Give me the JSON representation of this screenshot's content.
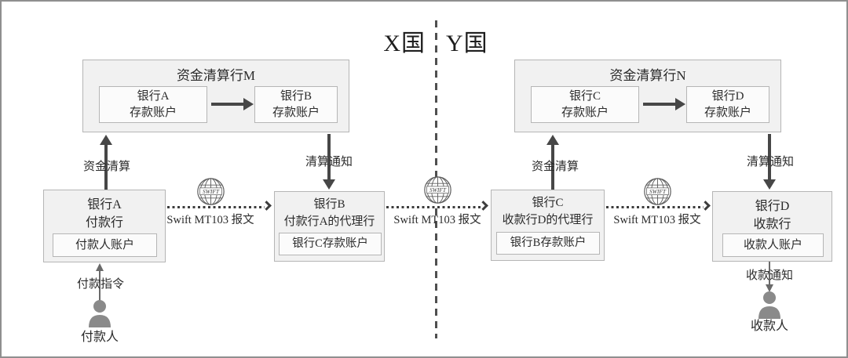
{
  "countries": {
    "left": "X国",
    "right": "Y国"
  },
  "clearing_m": {
    "title": "资金清算行M",
    "acct1": {
      "line1": "银行A",
      "line2": "存款账户"
    },
    "acct2": {
      "line1": "银行B",
      "line2": "存款账户"
    }
  },
  "clearing_n": {
    "title": "资金清算行N",
    "acct1": {
      "line1": "银行C",
      "line2": "存款账户"
    },
    "acct2": {
      "line1": "银行D",
      "line2": "存款账户"
    }
  },
  "banks": {
    "a": {
      "line1": "银行A",
      "line2": "付款行",
      "account": "付款人账户"
    },
    "b": {
      "line1": "银行B",
      "line2": "付款行A的代理行",
      "account": "银行C存款账户"
    },
    "c": {
      "line1": "银行C",
      "line2": "收款行D的代理行",
      "account": "银行B存款账户"
    },
    "d": {
      "line1": "银行D",
      "line2": "收款行",
      "account": "收款人账户"
    }
  },
  "flows": {
    "funds_clearing": "资金清算",
    "clearing_notice": "清算通知",
    "swift_message": "Swift MT103 报文",
    "payment_order": "付款指令",
    "receipt_notice": "收款通知"
  },
  "actors": {
    "payer": "付款人",
    "payee": "收款人"
  },
  "icons": {
    "swift": "SWIFT"
  },
  "colors": {
    "box_fill": "#f1f1f1",
    "box_border": "#b5b5b5",
    "inner_fill": "#fbfbfb",
    "arrow": "#474747",
    "text": "#2b2b2b",
    "border_frame": "#8f8f8f"
  }
}
